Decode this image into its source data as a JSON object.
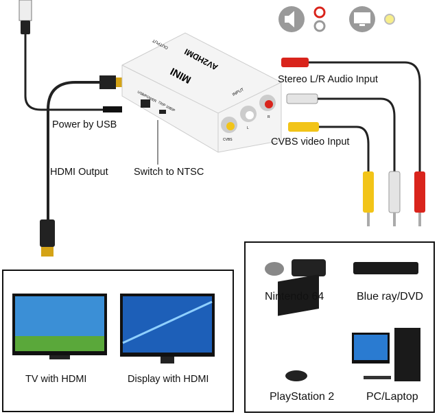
{
  "top_icons": [
    "speaker-icon",
    "audio-jacks-icon",
    "monitor-icon",
    "video-jack-icon"
  ],
  "device": {
    "brand": "MINI",
    "model": "AV2HDMI",
    "output": "OUTPUT",
    "input": "INPUT",
    "usb_power": "USB/POWER",
    "switch": "720P 1080P",
    "ports": [
      "CVBS",
      "L",
      "R"
    ]
  },
  "labels": {
    "stereo": "Stereo L/R Audio Input",
    "usb": "Power by USB",
    "cvbs": "CVBS video Input",
    "hdmi": "HDMI Output",
    "ntsc": "Switch to NTSC"
  },
  "outputs": [
    {
      "label": "TV with HDMI"
    },
    {
      "label": "Display with HDMI"
    }
  ],
  "sources": [
    {
      "label": "Nintendo 64"
    },
    {
      "label": "Blue ray/DVD"
    },
    {
      "label": "PlayStation 2"
    },
    {
      "label": "PC/Laptop"
    }
  ],
  "colors": {
    "red": "#d9241c",
    "white": "#e8e8e8",
    "yellow": "#f2c418",
    "cable": "#222222"
  }
}
